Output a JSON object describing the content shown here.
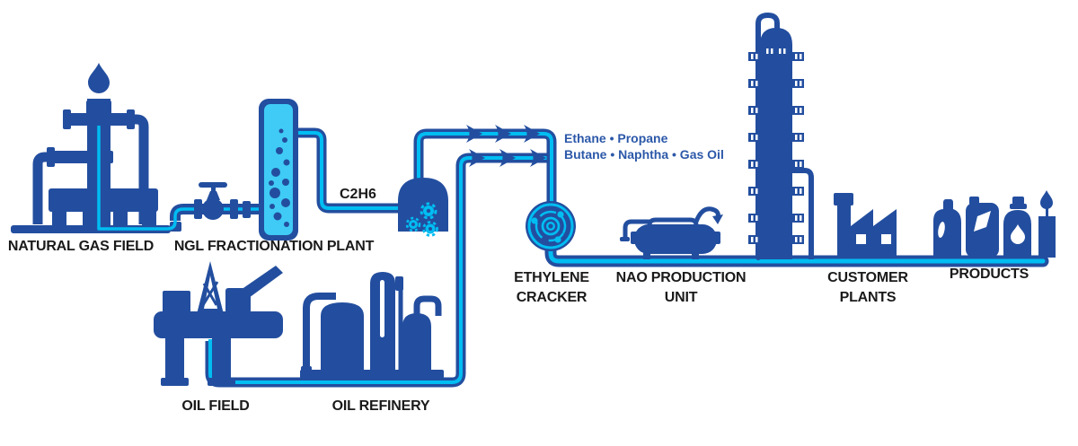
{
  "colors": {
    "dark": "#234E9F",
    "cyan": "#00BDF2",
    "light_cyan": "#3FCBF5",
    "label": "#1A1A1A",
    "text_blue": "#2C58A9"
  },
  "labels": {
    "natural_gas_field": "NATURAL GAS FIELD",
    "ngl_plant": "NGL FRACTIONATION PLANT",
    "c2h6": "C2H6",
    "stream_top": "Ethane • Propane",
    "stream_bottom": "Butane • Naphtha • Gas Oil",
    "ethylene_cracker_1": "ETHYLENE",
    "ethylene_cracker_2": "CRACKER",
    "nao_1": "NAO PRODUCTION",
    "nao_2": "UNIT",
    "customer_1": "CUSTOMER",
    "customer_2": "PLANTS",
    "products": "PRODUCTS",
    "oil_field": "OIL FIELD",
    "oil_refinery": "OIL REFINERY"
  },
  "flow": [
    "NATURAL GAS FIELD",
    "NGL FRACTIONATION PLANT",
    "C2H6",
    "ETHYLENE CRACKER",
    "NAO PRODUCTION UNIT",
    "CUSTOMER PLANTS",
    "PRODUCTS"
  ],
  "secondary_flow": [
    "OIL FIELD",
    "OIL REFINERY",
    "ETHYLENE CRACKER"
  ]
}
